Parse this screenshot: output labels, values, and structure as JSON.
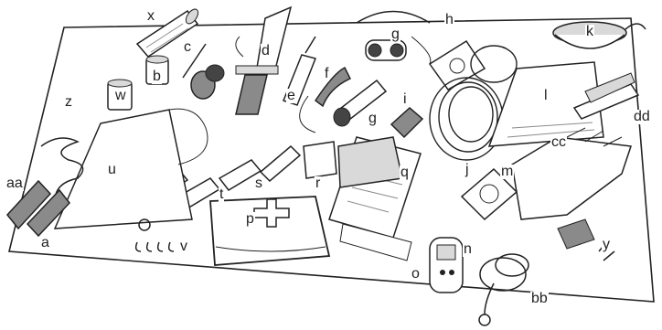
{
  "illustration": {
    "description_free": true,
    "item_labels": {
      "a": "a",
      "b": "b",
      "c": "c",
      "d": "d",
      "e": "e",
      "f": "f",
      "g1": "g",
      "g2": "g",
      "h": "h",
      "i": "i",
      "j": "j",
      "k": "k",
      "l": "l",
      "m": "m",
      "n": "n",
      "o": "o",
      "p": "p",
      "q": "q",
      "r": "r",
      "s": "s",
      "t": "t",
      "u": "u",
      "v": "v",
      "w": "w",
      "x": "x",
      "y": "y",
      "z": "z",
      "aa": "aa",
      "bb": "bb",
      "cc": "cc",
      "dd": "dd"
    },
    "colors": {
      "ink": "#222222",
      "shade": "#8a8a8a",
      "light_shade": "#d9d9d9",
      "paper": "#ffffff"
    }
  }
}
